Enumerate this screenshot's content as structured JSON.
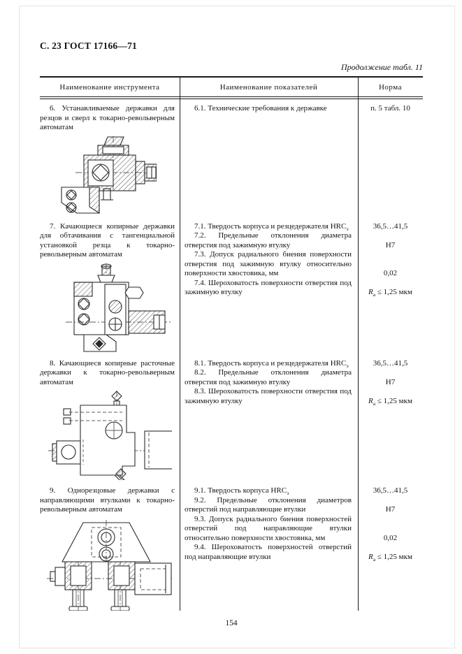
{
  "page": {
    "doc_header": "С. 23 ГОСТ 17166—71",
    "table_caption": "Продолжение табл. 11",
    "page_number": "154"
  },
  "table": {
    "columns": [
      "Наименование инструмента",
      "Наименование показателей",
      "Норма"
    ],
    "rows": [
      {
        "tool": "6. Устанавливаемые державки для резцов и сверл к токарно-револьверным автоматам",
        "drawing": "holder-installable",
        "indicators": [
          {
            "text": "6.1. Технические требования к державке",
            "norm": "п. 5 табл. 10"
          }
        ]
      },
      {
        "tool": "7. Качающиеся копирные державки для обтачивания с тангенциальной установкой резца к токарно-револьверным автоматам",
        "drawing": "holder-swinging-copy",
        "indicators": [
          {
            "text": "7.1. Твердость корпуса и резцедержателя HRC_{э}",
            "norm": "36,5…41,5"
          },
          {
            "text": "7.2. Предельные отклонения диаметра отверстия под зажимную втулку",
            "norm": "H7"
          },
          {
            "text": "7.3. Допуск радиального биения поверхности отверстия под зажимную втулку относительно поверхности хвостовика, мм",
            "norm": "0,02"
          },
          {
            "text": "7.4. Шероховатость поверхности отверстия под зажимную втулку",
            "norm": "R_{a} ≤ 1,25 мкм"
          }
        ]
      },
      {
        "tool": "8. Качающиеся копирные расточные державки к токарно-револьверным автоматам",
        "drawing": "holder-swinging-boring",
        "indicators": [
          {
            "text": "8.1. Твердость корпуса и резцедержателя HRC_{э}",
            "norm": "36,5…41,5"
          },
          {
            "text": "8.2. Предельные отклонения диаметра отверстия под зажимную втулку",
            "norm": "H7"
          },
          {
            "text": "8.3. Шероховатость поверхности отверстия под зажимную втулку",
            "norm": "R_{a} ≤ 1,25 мкм"
          }
        ]
      },
      {
        "tool": "9. Однорезцовые державки с направляющими втулками к токарно-револьверным автоматам",
        "drawing": "holder-single-cutter",
        "indicators": [
          {
            "text": "9.1. Твердость корпуса HRC_{э}",
            "norm": "36,5…41,5"
          },
          {
            "text": "9.2. Предельные отклонения диаметров отверстий под направляющие втулки",
            "norm": "H7"
          },
          {
            "text": "9.3. Допуск радиального биения поверхностей отверстий под направляющие втулки относительно поверхности хвостовика, мм",
            "norm": "0,02"
          },
          {
            "text": "9.4. Шероховатость поверхностей отверстий под направляющие втулки",
            "norm": "R_{a} ≤ 1,25 мкм"
          }
        ]
      }
    ]
  }
}
